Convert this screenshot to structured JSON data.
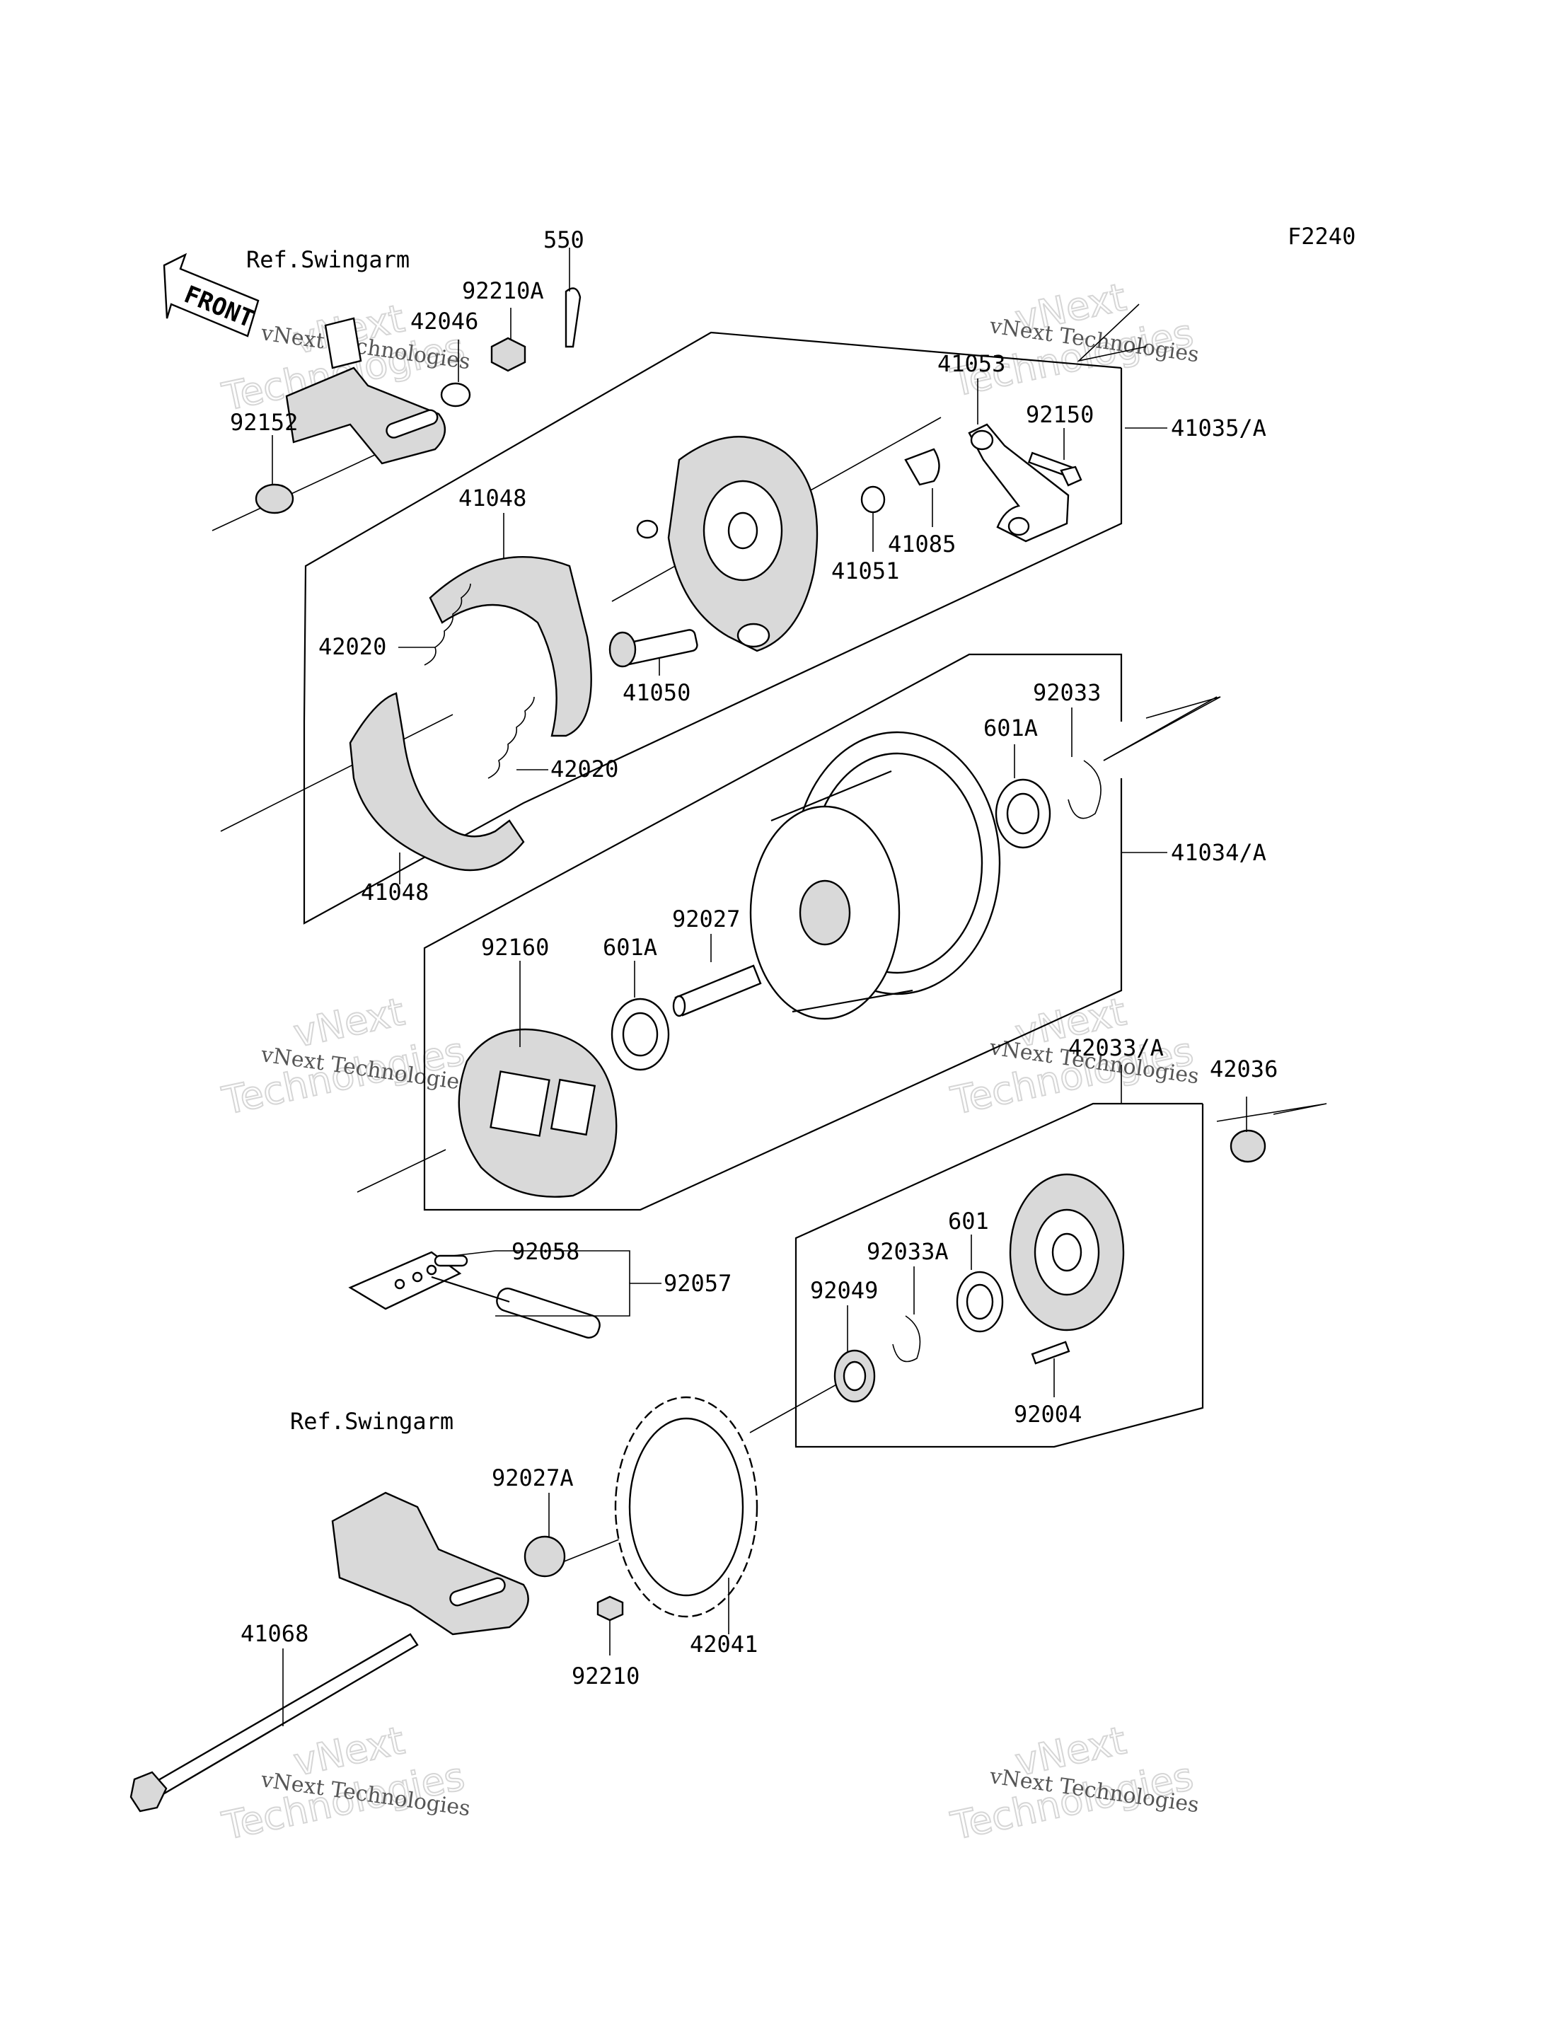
{
  "figure_code": "F2240",
  "front_arrow_label": "FRONT",
  "references": {
    "swingarm_top": "Ref.Swingarm",
    "swingarm_bottom": "Ref.Swingarm"
  },
  "watermark": {
    "line1": "vNext Technologies",
    "line2a": "vNext",
    "line2b": "Technologies"
  },
  "parts": {
    "p550": "550",
    "p92210A": "92210A",
    "p42046": "42046",
    "p92152": "92152",
    "p41053": "41053",
    "p92150": "92150",
    "p41035A": "41035/A",
    "p41048_top": "41048",
    "p41085": "41085",
    "p41051": "41051",
    "p42020_top": "42020",
    "p41050": "41050",
    "p92033": "92033",
    "p601A_top": "601A",
    "p42020_bot": "42020",
    "p41034A": "41034/A",
    "p41048_bot": "41048",
    "p92027": "92027",
    "p92160": "92160",
    "p601A_mid": "601A",
    "p42033A": "42033/A",
    "p42036": "42036",
    "p601": "601",
    "p92033A": "92033A",
    "p92058": "92058",
    "p92057": "92057",
    "p92049": "92049",
    "p92004": "92004",
    "p92027A": "92027A",
    "p42041": "42041",
    "p92210": "92210",
    "p41068": "41068"
  }
}
